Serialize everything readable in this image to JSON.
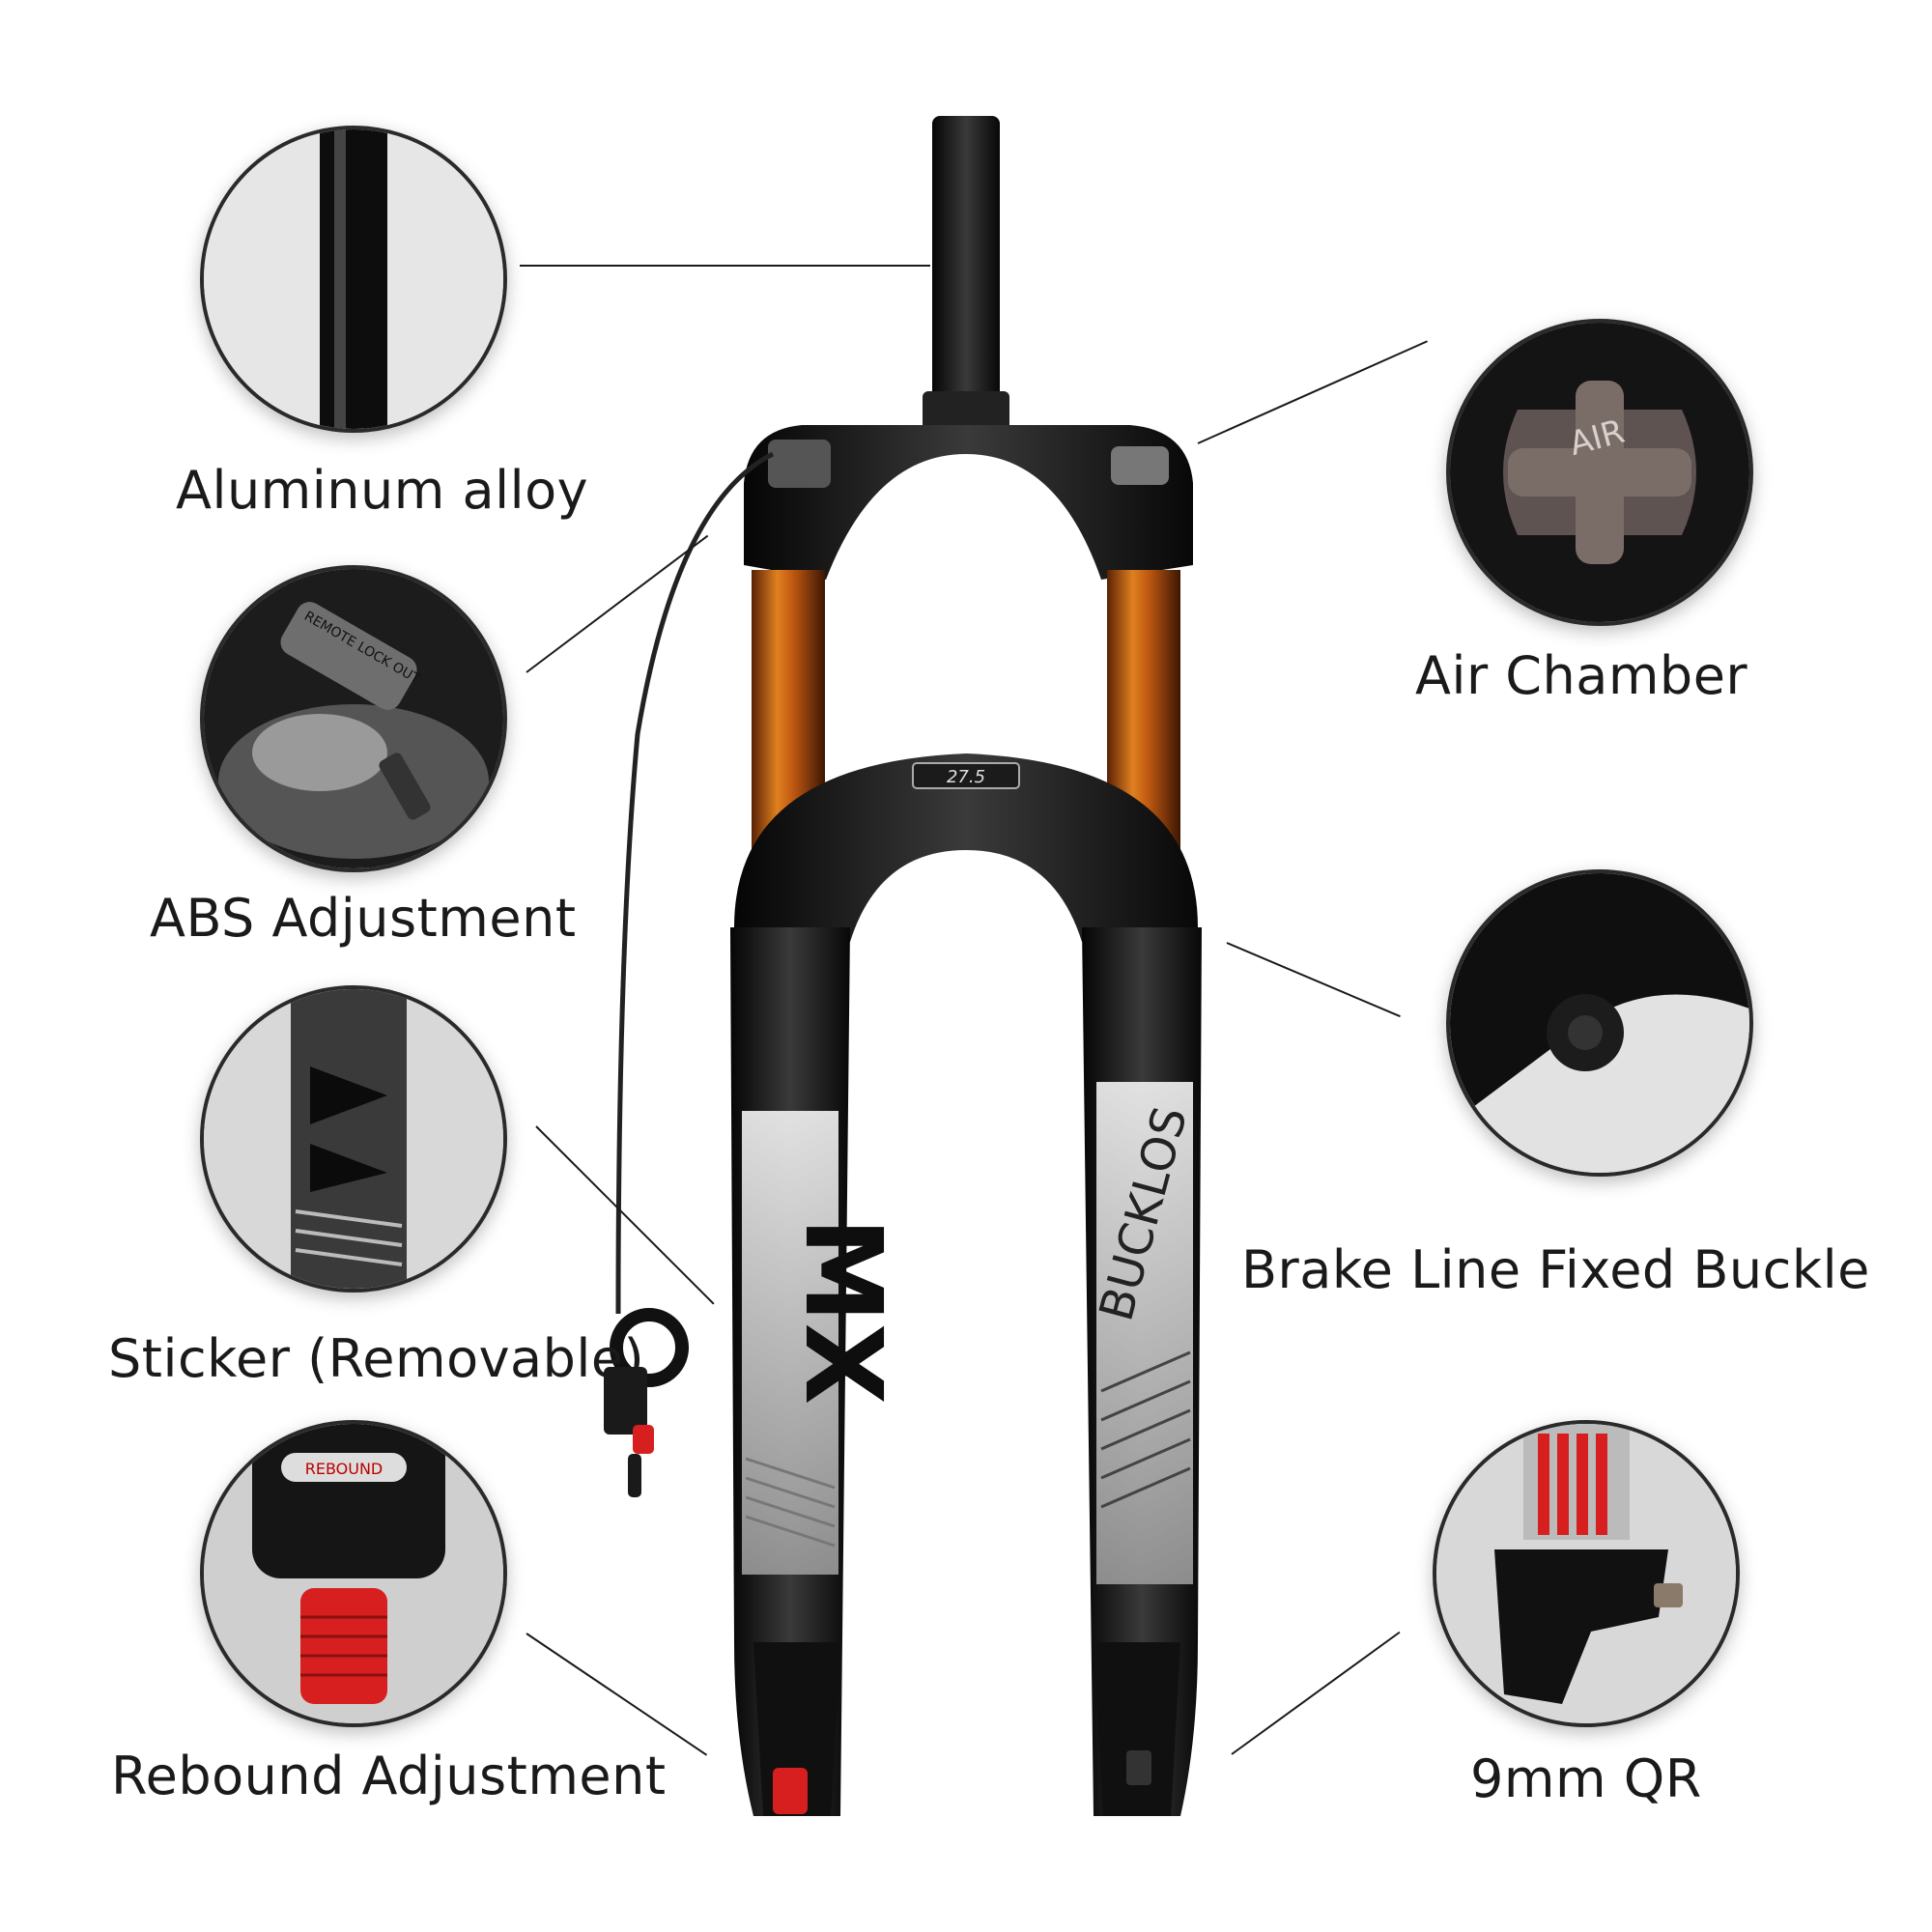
{
  "callouts": {
    "aluminum_alloy": "Aluminum alloy",
    "abs_adjustment": "ABS Adjustment",
    "sticker_removable": "Sticker (Removable)",
    "rebound_adjustment": "Rebound Adjustment",
    "air_chamber": "Air Chamber",
    "brake_line_fixed_buckle": "Brake Line Fixed Buckle",
    "qr_9mm": "9mm QR"
  },
  "printed_marks": {
    "air_cap": "AIR",
    "crown_badge": "27.5",
    "lockout_lever": "REMOTE LOCK OUT",
    "rebound_knob": "REBOUND",
    "left_leg_decal": "MX",
    "right_leg_decal": "BUCKLOS"
  },
  "colors": {
    "stanchion": "#c25a12",
    "body": "#141414",
    "accent_red": "#d81f1f"
  }
}
